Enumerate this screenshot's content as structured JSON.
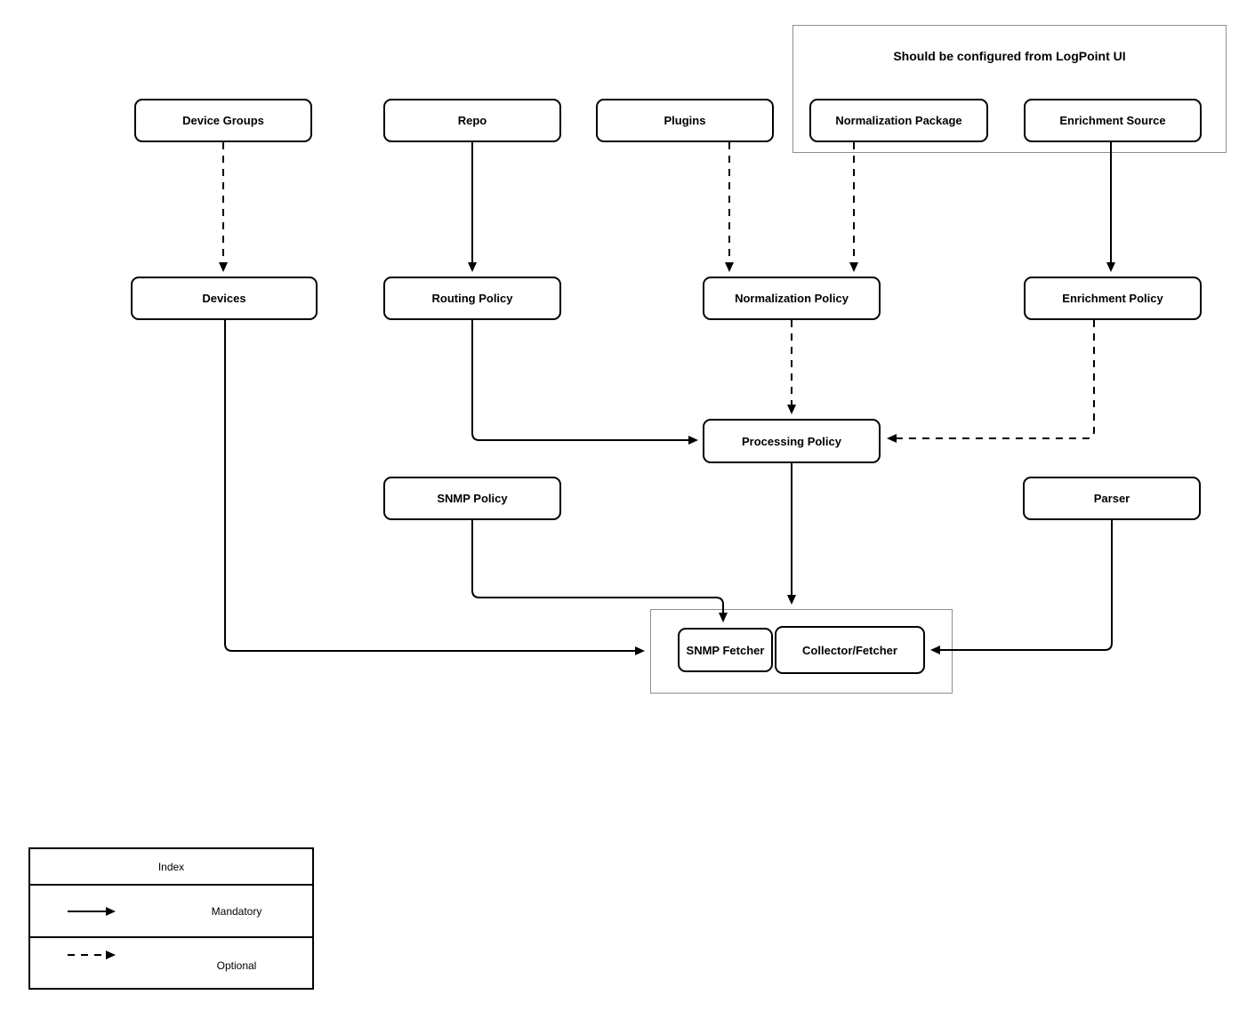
{
  "diagram": {
    "groups": {
      "logpoint_ui": {
        "title": "Should be configured from LogPoint UI"
      }
    },
    "nodes": {
      "device_groups": {
        "label": "Device Groups"
      },
      "repo": {
        "label": "Repo"
      },
      "plugins": {
        "label": "Plugins"
      },
      "normalization_package": {
        "label": "Normalization Package"
      },
      "enrichment_source": {
        "label": "Enrichment Source"
      },
      "devices": {
        "label": "Devices"
      },
      "routing_policy": {
        "label": "Routing Policy"
      },
      "normalization_policy": {
        "label": "Normalization Policy"
      },
      "enrichment_policy": {
        "label": "Enrichment Policy"
      },
      "processing_policy": {
        "label": "Processing Policy"
      },
      "snmp_policy": {
        "label": "SNMP Policy"
      },
      "parser": {
        "label": "Parser"
      },
      "snmp_fetcher": {
        "label": "SNMP Fetcher"
      },
      "collector_fetcher": {
        "label": "Collector/Fetcher"
      }
    },
    "edges": [
      {
        "from": "Device Groups",
        "to": "Devices",
        "type": "optional"
      },
      {
        "from": "Repo",
        "to": "Routing Policy",
        "type": "mandatory"
      },
      {
        "from": "Plugins",
        "to": "Normalization Policy",
        "type": "optional"
      },
      {
        "from": "Normalization Package",
        "to": "Normalization Policy",
        "type": "optional"
      },
      {
        "from": "Enrichment Source",
        "to": "Enrichment Policy",
        "type": "mandatory"
      },
      {
        "from": "Normalization Policy",
        "to": "Processing Policy",
        "type": "optional"
      },
      {
        "from": "Routing Policy",
        "to": "Processing Policy",
        "type": "mandatory"
      },
      {
        "from": "Enrichment Policy",
        "to": "Processing Policy",
        "type": "optional"
      },
      {
        "from": "Devices",
        "to": "SNMP Fetcher",
        "type": "mandatory"
      },
      {
        "from": "SNMP Policy",
        "to": "SNMP Fetcher",
        "type": "mandatory"
      },
      {
        "from": "Processing Policy",
        "to": "Collector/Fetcher",
        "type": "mandatory"
      },
      {
        "from": "Parser",
        "to": "Collector/Fetcher",
        "type": "mandatory"
      }
    ],
    "colors": {
      "node_border": "#000000",
      "group_border": "#8f8f8f",
      "text": "#000000",
      "background": "#ffffff"
    }
  },
  "legend": {
    "title": "Index",
    "items": [
      {
        "label": "Mandatory",
        "style": "solid"
      },
      {
        "label": "Optional",
        "style": "dashed"
      }
    ]
  }
}
